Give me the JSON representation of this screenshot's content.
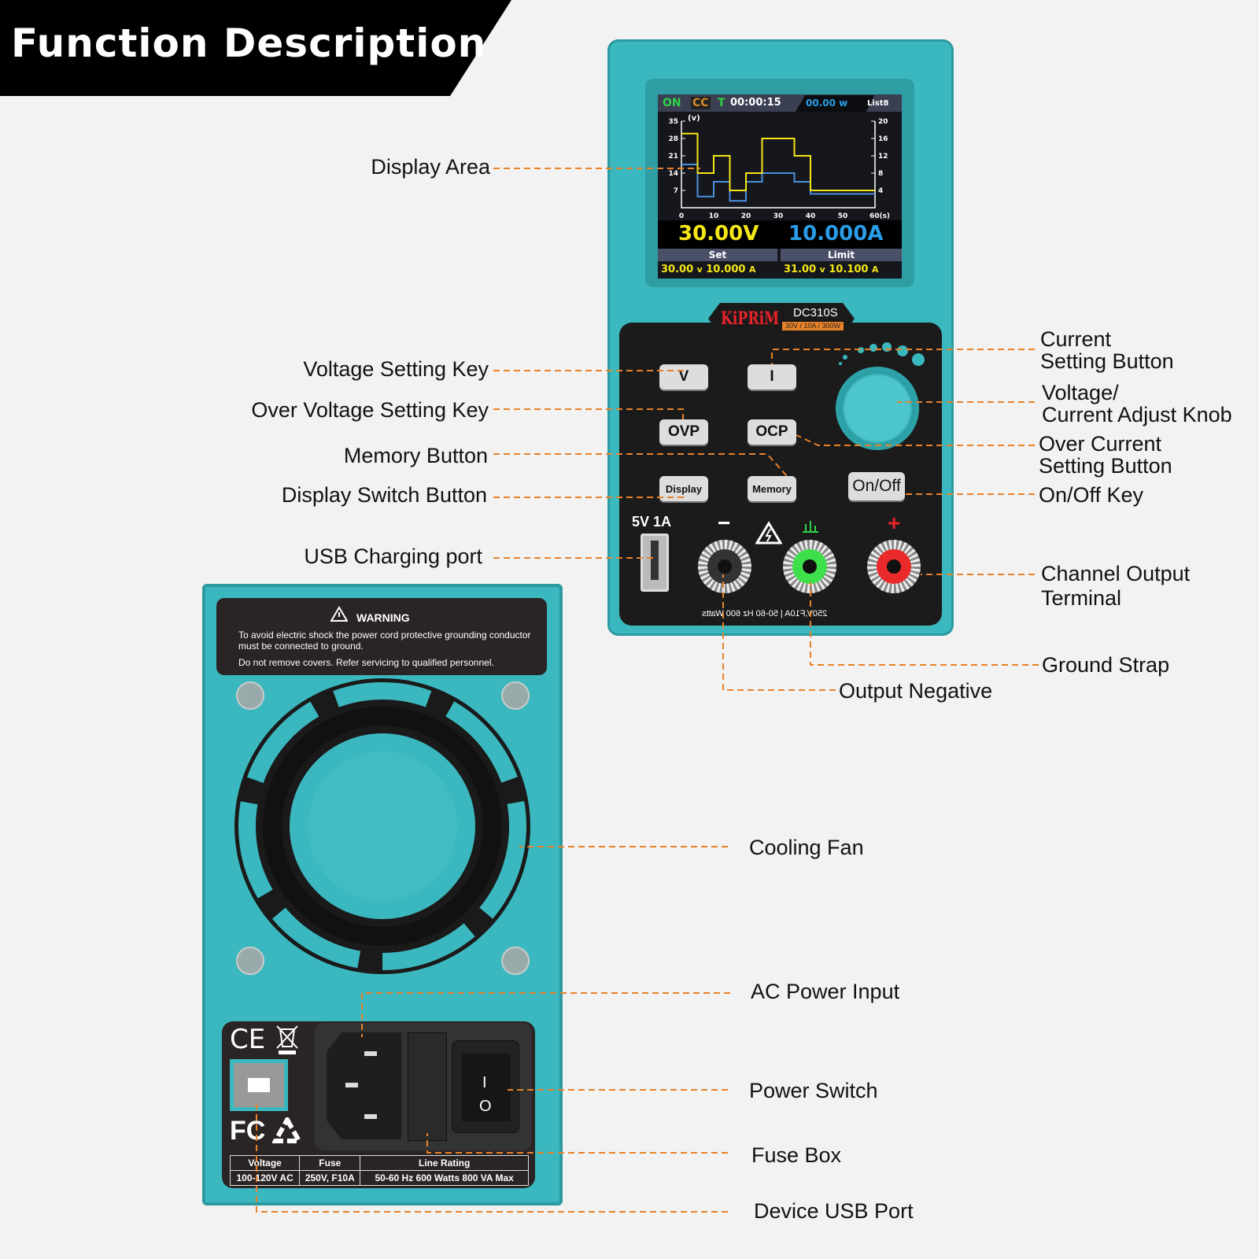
{
  "title": "Function Description",
  "labels": {
    "display_area": "Display Area",
    "voltage_key": "Voltage Setting Key",
    "ovp_key": "Over Voltage Setting Key",
    "memory": "Memory Button",
    "display_switch": "Display Switch Button",
    "usb_charging": "USB Charging port",
    "current_btn_1": "Current",
    "current_btn_2": "Setting Button",
    "knob_1": "Voltage/",
    "knob_2": "Current Adjust Knob",
    "ocp_1": "Over Current",
    "ocp_2": "Setting Button",
    "onoff": "On/Off Key",
    "terminal_1": "Channel Output",
    "terminal_2": "Terminal",
    "ground": "Ground Strap",
    "negative": "Output Negative",
    "fan": "Cooling Fan",
    "ac_input": "AC Power Input",
    "power_switch": "Power Switch",
    "fuse": "Fuse Box",
    "device_usb": "Device USB Port"
  },
  "device": {
    "brand": "KiPRiM",
    "model": "DC310S",
    "spec": "30V / 10A / 300W",
    "screen": {
      "status_on": "ON",
      "mode": "CC",
      "timer_label": "T",
      "timer": "00:00:15",
      "power": "00.00 w",
      "list": "List8",
      "unit_label": "(v)",
      "x_unit": "60(s)",
      "voltage": "30.00V",
      "current": "10.000A",
      "set_label": "Set",
      "limit_label": "Limit",
      "set_v": "30.00",
      "set_a": "10.000",
      "limit_v": "31.00",
      "limit_a": "10.100",
      "v_unit": "v",
      "a_unit": "A"
    },
    "buttons": {
      "v": "V",
      "i": "I",
      "ovp": "OVP",
      "ocp": "OCP",
      "display": "Display",
      "memory": "Memory",
      "onoff": "On/Off"
    },
    "usb_rating": "5V 1A",
    "neg_sign": "−",
    "pos_sign": "+",
    "bottom_print": "250V,F10A | 50-60 Hz 600 Watts"
  },
  "chart_data": {
    "type": "line",
    "step": true,
    "x": [
      0,
      5,
      10,
      15,
      20,
      25,
      35,
      40,
      60
    ],
    "xlim": [
      0,
      60
    ],
    "x_ticks": [
      0,
      10,
      20,
      30,
      40,
      50
    ],
    "y_left_ticks": [
      35,
      28,
      21,
      14,
      7
    ],
    "y_left_lim": [
      0,
      35
    ],
    "y_right_ticks": [
      20,
      16,
      12,
      8,
      4
    ],
    "y_right_lim": [
      0,
      20
    ],
    "series": [
      {
        "axis": "left",
        "color": "#f5e616",
        "values": [
          30,
          14,
          21,
          7,
          14,
          28,
          21,
          7,
          7
        ]
      },
      {
        "axis": "right",
        "color": "#4a8fe0",
        "values": [
          10,
          2.6,
          6,
          1.6,
          6,
          8,
          6,
          3.2,
          3.2
        ]
      }
    ]
  },
  "rear": {
    "warning_title": "WARNING",
    "warning_1": "To avoid electric shock the power cord protective grounding conductor must be connected to ground.",
    "warning_2": "Do not remove covers. Refer servicing to qualified personnel.",
    "ce": "CE",
    "fc": "FC",
    "switch_on": "I",
    "switch_off": "O",
    "table": {
      "headers": [
        "Voltage",
        "Fuse",
        "Line Rating"
      ],
      "values": [
        "100-120V AC",
        "250V, F10A",
        "50-60 Hz  600 Watts  800 VA Max"
      ]
    }
  },
  "colors": {
    "teal": "#3bb8bf",
    "leader": "#e8822a",
    "voltage": "#f5e616",
    "current": "#2a9de8"
  }
}
